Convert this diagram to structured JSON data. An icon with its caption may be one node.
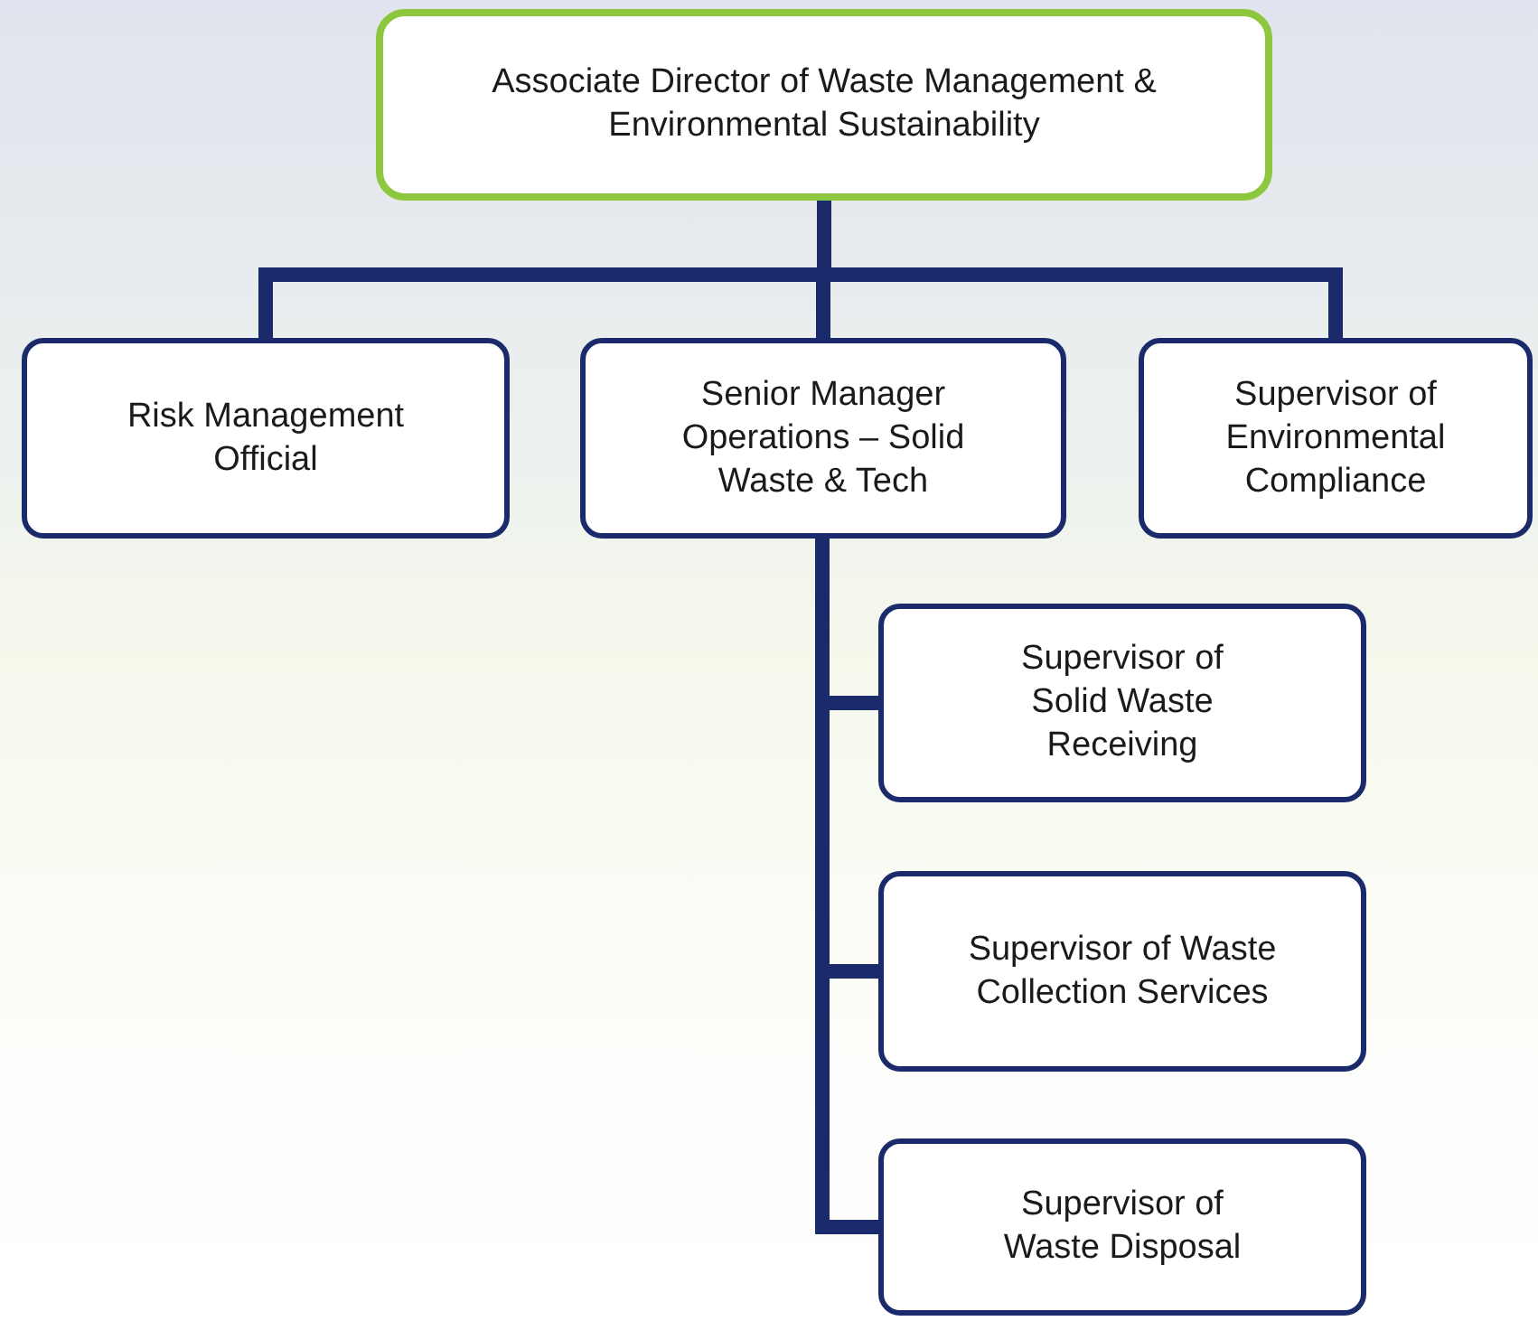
{
  "diagram": {
    "nodes": [
      {
        "text": [
          "Associate Director of Waste Management & Environmental Sustainability"
        ]
      },
      {
        "text": [
          "Risk Management Official"
        ]
      },
      {
        "text": [
          "Senior Manager Operations – Solid Waste & Tech"
        ]
      },
      {
        "text": [
          "Supervisor of Environmental Compliance"
        ]
      },
      {
        "text": [
          "Supervisor of Solid Waste Receiving"
        ]
      },
      {
        "text": [
          "Supervisor of Waste Collection Services"
        ]
      },
      {
        "text": [
          "Supervisor of Waste Disposal"
        ]
      }
    ],
    "edges": [
      {
        "from": 0,
        "to": 1,
        "arrow": "none"
      },
      {
        "from": 0,
        "to": 2,
        "arrow": "none"
      },
      {
        "from": 0,
        "to": 3,
        "arrow": "none"
      },
      {
        "from": 2,
        "to": 4,
        "arrow": "none"
      },
      {
        "from": 2,
        "to": 5,
        "arrow": "none"
      },
      {
        "from": 2,
        "to": 6,
        "arrow": "none"
      }
    ]
  }
}
